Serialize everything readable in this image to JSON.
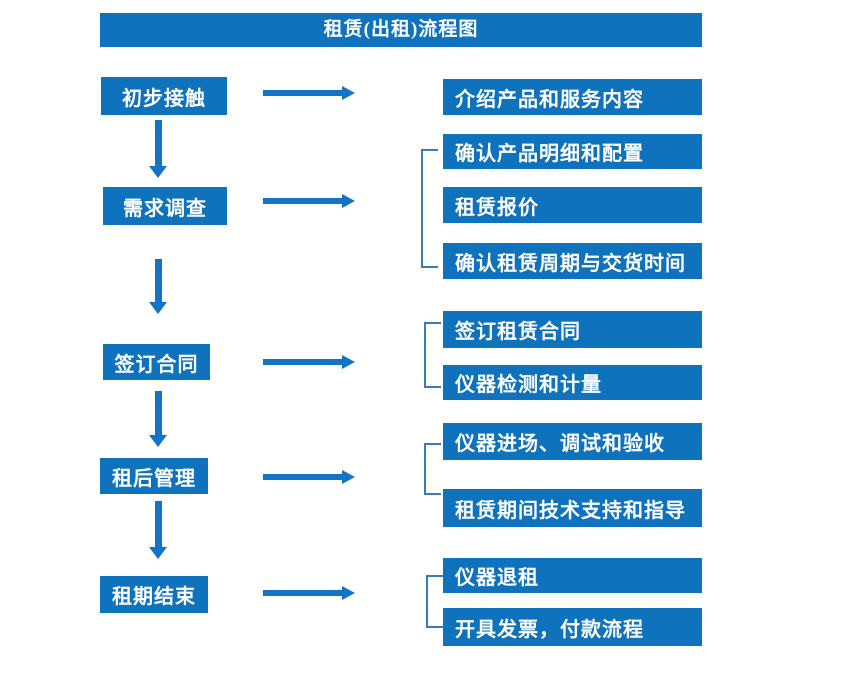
{
  "title": "租赁(出租)流程图",
  "colors": {
    "box_blue": "#0e72bd",
    "arrow_blue": "#1373c4",
    "bracket_blue": "#3a7ab8",
    "text_white": "#ffffff",
    "background": "#ffffff"
  },
  "flow": {
    "steps": [
      {
        "label": "初步接触",
        "details": [
          "介绍产品和服务内容"
        ]
      },
      {
        "label": "需求调查",
        "details": [
          "确认产品明细和配置",
          "租赁报价",
          "确认租赁周期与交货时间"
        ]
      },
      {
        "label": "签订合同",
        "details": [
          "签订租赁合同",
          "仪器检测和计量"
        ]
      },
      {
        "label": "租后管理",
        "details": [
          "仪器进场、调试和验收",
          "租赁期间技术支持和指导"
        ]
      },
      {
        "label": "租期结束",
        "details": [
          "仪器退租",
          "开具发票，付款流程"
        ]
      }
    ]
  }
}
